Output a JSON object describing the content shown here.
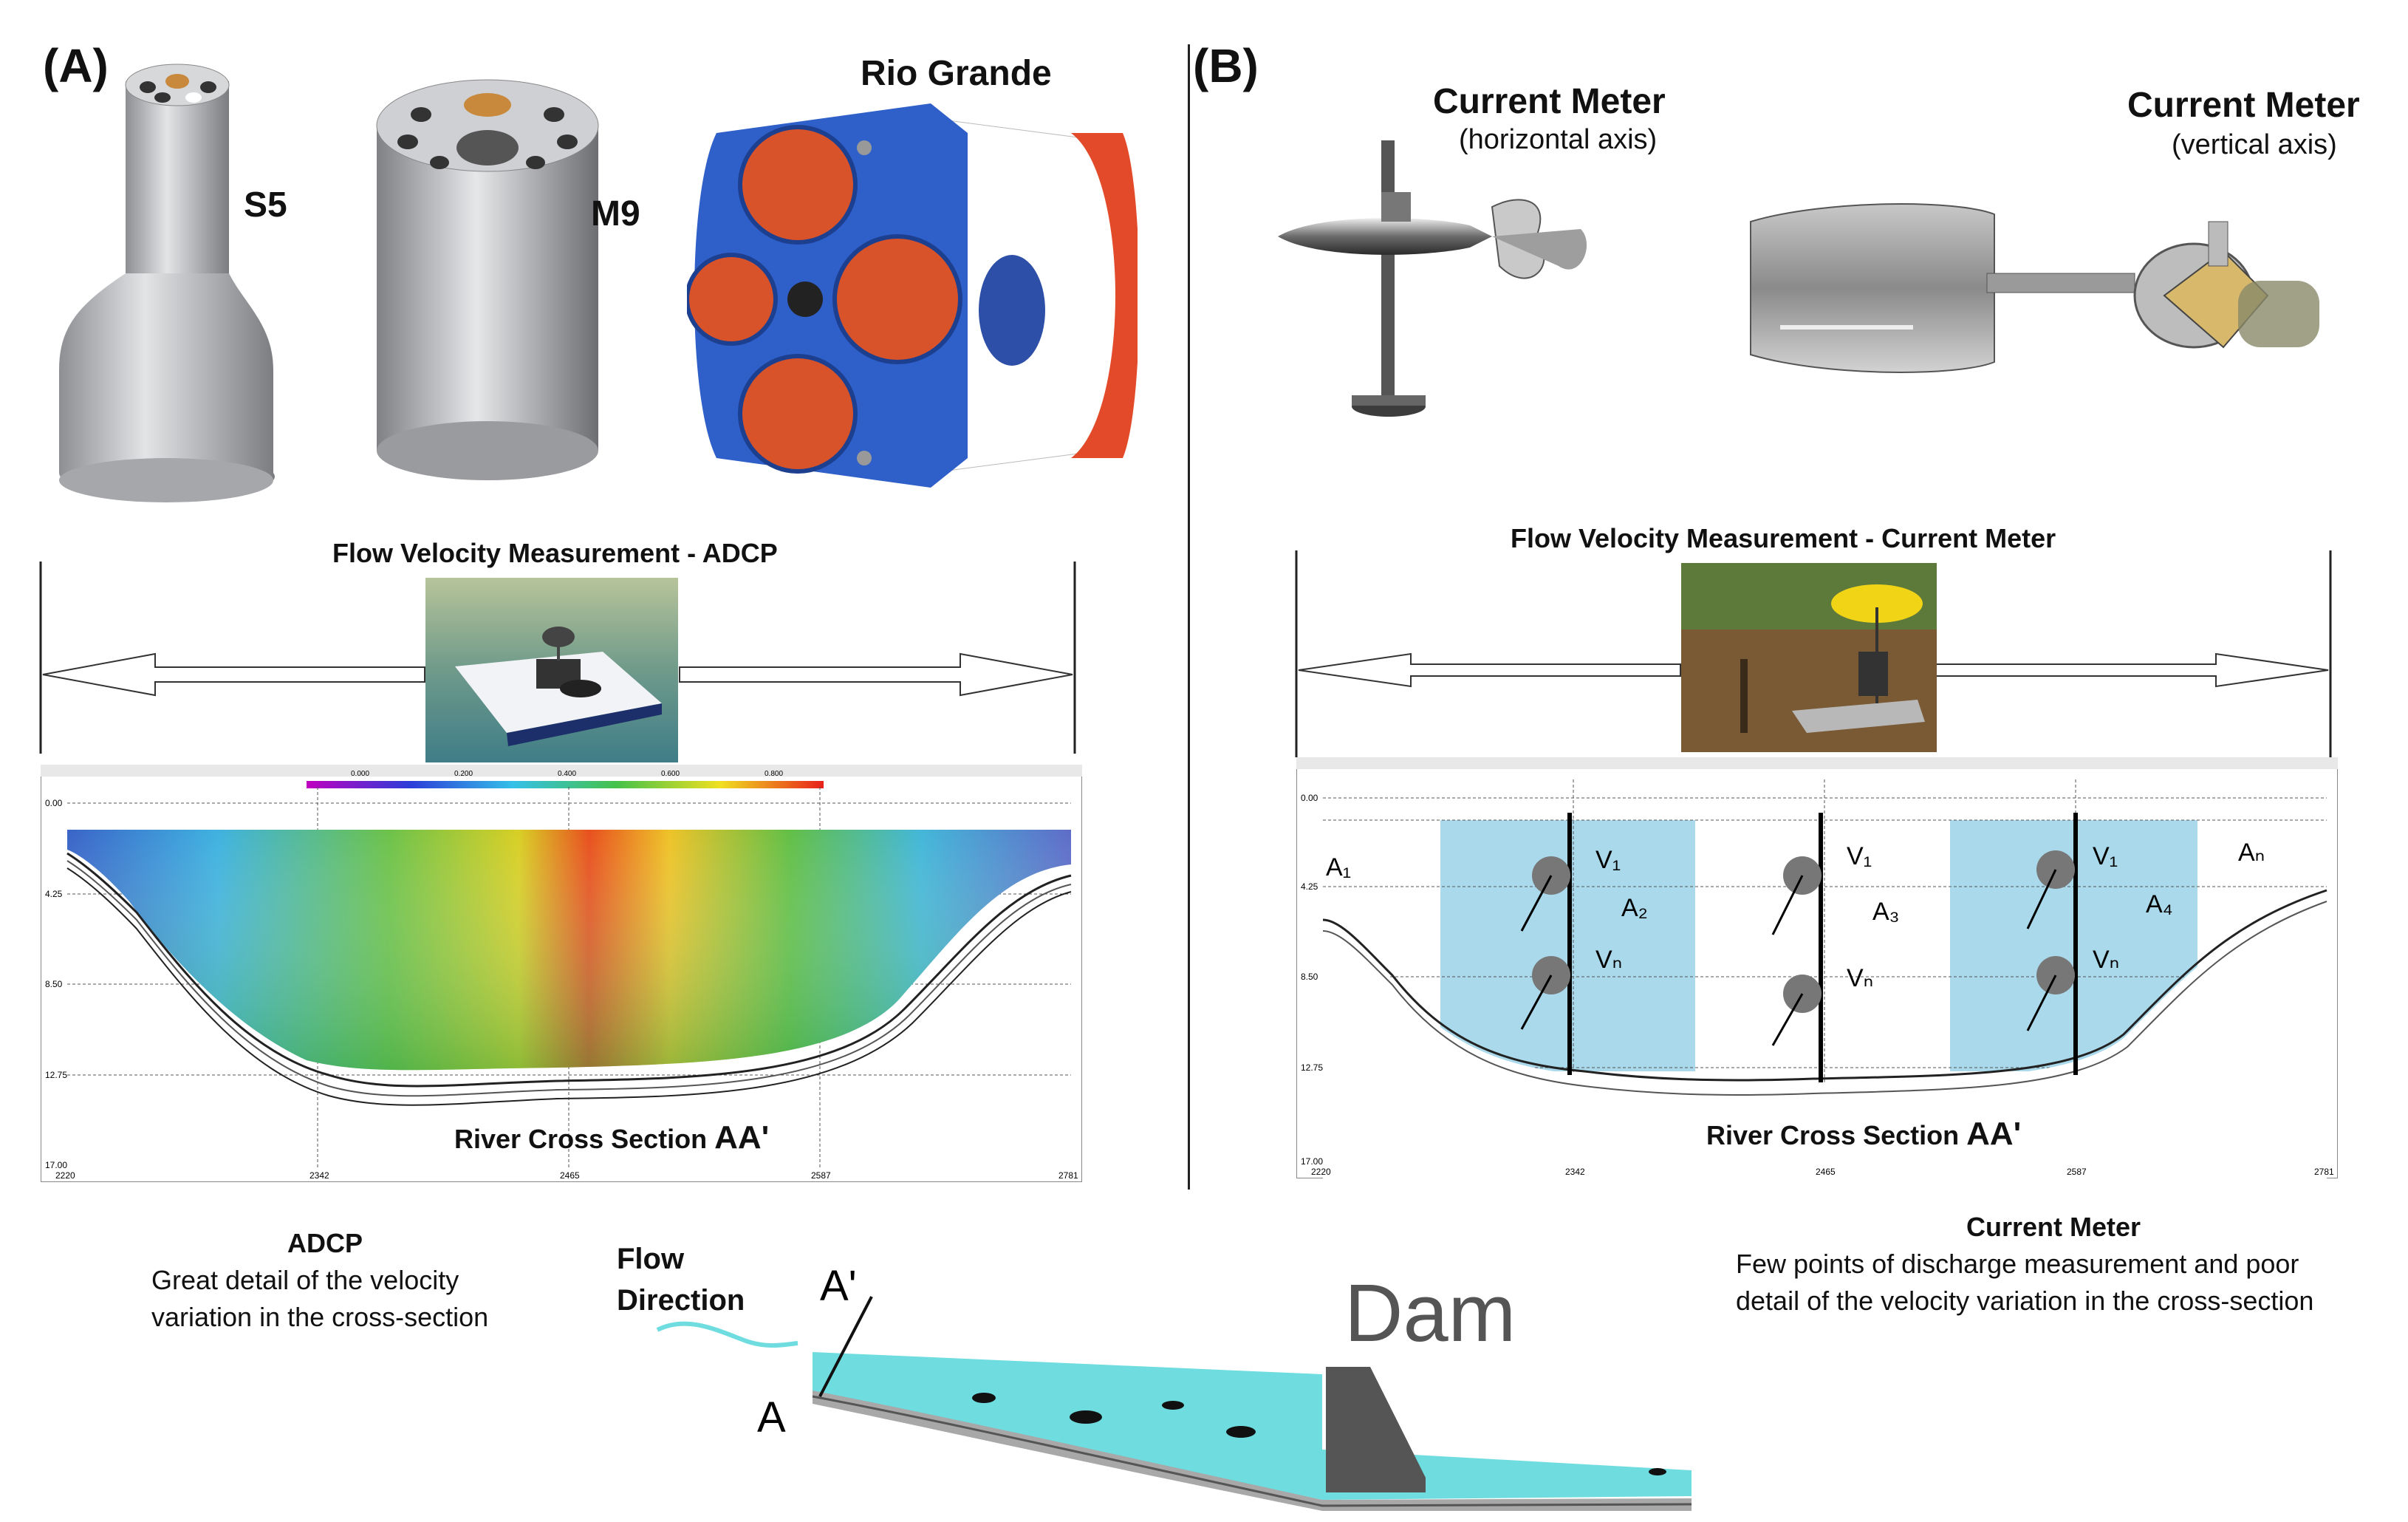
{
  "panel_a": {
    "tag": "(A)",
    "devices": {
      "s5": "S5",
      "m9": "M9",
      "rio": "Rio Grande"
    },
    "section_title": "Flow Velocity Measurement - ADCP",
    "cross_section_label": "River Cross Section",
    "cross_section_suffix": "AA'",
    "caption_title": "ADCP",
    "caption_line1": "Great detail of the velocity",
    "caption_line2": "variation in the cross-section",
    "x_ticks": [
      "2220",
      "2342",
      "2465",
      "2587",
      "2781"
    ],
    "y_ticks": [
      "0.00",
      "4.25",
      "8.50",
      "12.75",
      "17.00"
    ],
    "colorbar_ticks": [
      "0.000",
      "0.200",
      "0.400",
      "0.600",
      "0.800"
    ]
  },
  "panel_b": {
    "tag": "(B)",
    "meter_h_title": "Current Meter",
    "meter_h_sub": "(horizontal axis)",
    "meter_v_title": "Current Meter",
    "meter_v_sub": "(vertical axis)",
    "section_title": "Flow Velocity Measurement - Current Meter",
    "cross_section_label": "River Cross Section",
    "cross_section_suffix": "AA'",
    "caption_title": "Current Meter",
    "caption_line1": "Few points of discharge measurement and poor",
    "caption_line2": "detail of the velocity variation in the cross-section",
    "x_ticks": [
      "2220",
      "2342",
      "2465",
      "2587",
      "2781"
    ],
    "y_ticks": [
      "0.00",
      "4.25",
      "8.50",
      "12.75",
      "17.00"
    ],
    "areas": [
      "A₁",
      "A₂",
      "A₃",
      "A₄",
      "Aₙ"
    ],
    "v_top": "V₁",
    "v_bottom": "Vₙ"
  },
  "dam_diagram": {
    "flow_line1": "Flow",
    "flow_line2": "Direction",
    "a_prime": "A'",
    "a": "A",
    "dam": "Dam"
  },
  "colors": {
    "water": "#6fdde0",
    "dam": "#555555",
    "adcp_boat_hull": "#3a5fa0",
    "rio_blue": "#2f5fc8",
    "rio_red": "#d9532a",
    "cm_fill": "#a9d9ea"
  }
}
